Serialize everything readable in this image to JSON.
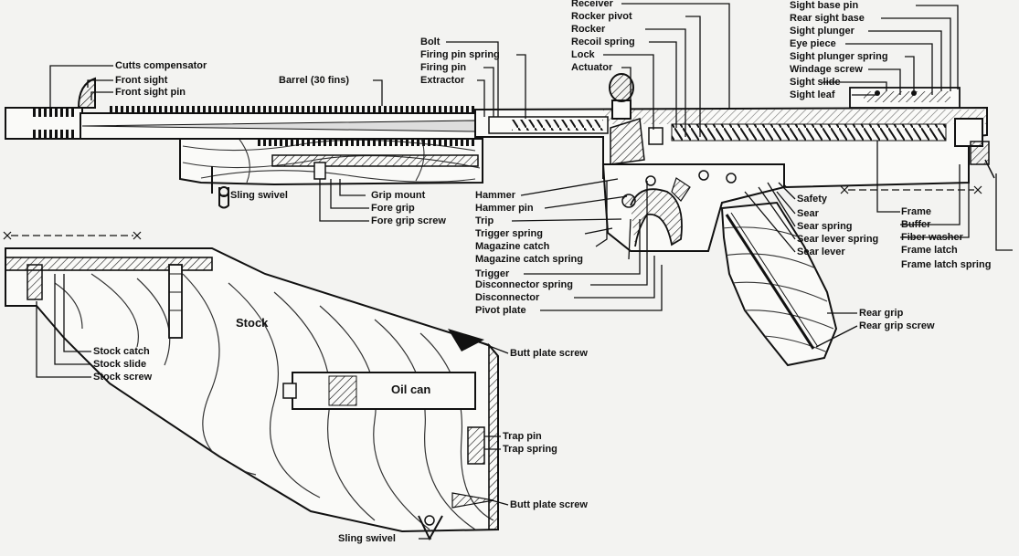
{
  "labels": {
    "cutts_compensator": "Cutts compensator",
    "front_sight": "Front sight",
    "front_sight_pin": "Front sight pin",
    "barrel": "Barrel (30 fins)",
    "bolt": "Bolt",
    "firing_pin_spring": "Firing pin spring",
    "firing_pin": "Firing pin",
    "extractor": "Extractor",
    "receiver": "Receiver",
    "rocker_pivot": "Rocker pivot",
    "rocker": "Rocker",
    "recoil_spring": "Recoil spring",
    "lock": "Lock",
    "actuator": "Actuator",
    "sight_base_pin": "Sight base pin",
    "rear_sight_base": "Rear sight base",
    "sight_plunger": "Sight plunger",
    "eye_piece": "Eye piece",
    "sight_plunger_spring": "Sight plunger spring",
    "windage_screw": "Windage screw",
    "sight_slide": "Sight slide",
    "sight_leaf": "Sight leaf",
    "sling_swivel_front": "Sling swivel",
    "grip_mount": "Grip mount",
    "fore_grip": "Fore grip",
    "fore_grip_screw": "Fore grip screw",
    "hammer": "Hammer",
    "hammer_pin": "Hammer pin",
    "trip": "Trip",
    "trigger_spring": "Trigger spring",
    "magazine_catch": "Magazine catch",
    "magazine_catch_spring": "Magazine catch spring",
    "trigger": "Trigger",
    "disconnector_spring": "Disconnector spring",
    "disconnector": "Disconnector",
    "pivot_plate": "Pivot plate",
    "safety": "Safety",
    "sear": "Sear",
    "sear_spring": "Sear spring",
    "sear_lever_spring": "Sear lever spring",
    "sear_lever": "Sear lever",
    "frame": "Frame",
    "buffer": "Buffer",
    "fiber_washer": "Fiber washer",
    "frame_latch": "Frame latch",
    "frame_latch_spring": "Frame latch spring",
    "rear_grip": "Rear grip",
    "rear_grip_screw": "Rear grip screw",
    "stock": "Stock",
    "stock_catch": "Stock catch",
    "stock_slide": "Stock slide",
    "stock_screw": "Stock screw",
    "butt_plate_screw_top": "Butt plate screw",
    "oil_can": "Oil can",
    "trap_pin": "Trap pin",
    "trap_spring": "Trap spring",
    "butt_plate_screw_bottom": "Butt plate screw",
    "sling_swivel_rear": "Sling swivel"
  },
  "colors": {
    "paper": "#f3f3f1",
    "ink": "#111111",
    "wood_grain": "#333333"
  }
}
